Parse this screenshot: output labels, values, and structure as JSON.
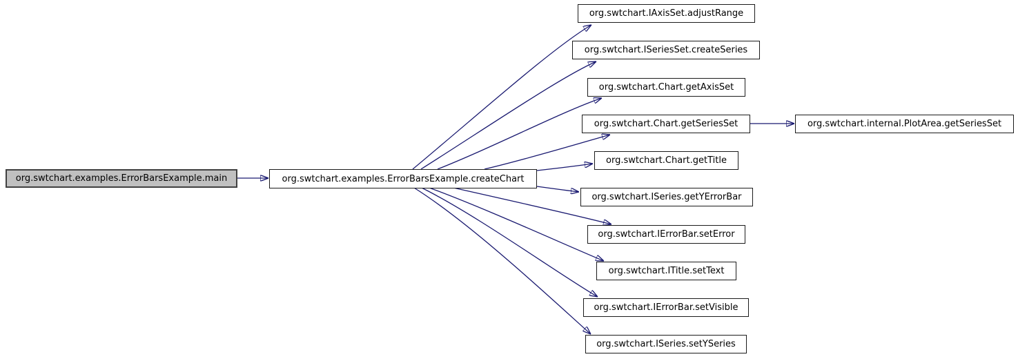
{
  "diagram": {
    "type": "call-graph",
    "colors": {
      "edge": "#191970",
      "node_border": "#1a1a1a",
      "highlight_fill": "#c0c0c0",
      "highlight_border": "#404040",
      "node_fill": "#ffffff",
      "background": "#ffffff",
      "text": "#000000"
    },
    "nodes": {
      "main": {
        "label": "org.swtchart.examples.ErrorBarsExample.main",
        "highlighted": true
      },
      "createChart": {
        "label": "org.swtchart.examples.ErrorBarsExample.createChart"
      },
      "adjustRange": {
        "label": "org.swtchart.IAxisSet.adjustRange"
      },
      "createSeries": {
        "label": "org.swtchart.ISeriesSet.createSeries"
      },
      "getAxisSet": {
        "label": "org.swtchart.Chart.getAxisSet"
      },
      "getSeriesSet": {
        "label": "org.swtchart.Chart.getSeriesSet"
      },
      "getTitle": {
        "label": "org.swtchart.Chart.getTitle"
      },
      "getYErrorBar": {
        "label": "org.swtchart.ISeries.getYErrorBar"
      },
      "setError": {
        "label": "org.swtchart.IErrorBar.setError"
      },
      "setText": {
        "label": "org.swtchart.ITitle.setText"
      },
      "setVisible": {
        "label": "org.swtchart.IErrorBar.setVisible"
      },
      "setYSeries": {
        "label": "org.swtchart.ISeries.setYSeries"
      },
      "plotAreaGetSeriesSet": {
        "label": "org.swtchart.internal.PlotArea.getSeriesSet"
      }
    },
    "edges": [
      {
        "from": "main",
        "to": "createChart"
      },
      {
        "from": "createChart",
        "to": "adjustRange"
      },
      {
        "from": "createChart",
        "to": "createSeries"
      },
      {
        "from": "createChart",
        "to": "getAxisSet"
      },
      {
        "from": "createChart",
        "to": "getSeriesSet"
      },
      {
        "from": "createChart",
        "to": "getTitle"
      },
      {
        "from": "createChart",
        "to": "getYErrorBar"
      },
      {
        "from": "createChart",
        "to": "setError"
      },
      {
        "from": "createChart",
        "to": "setText"
      },
      {
        "from": "createChart",
        "to": "setVisible"
      },
      {
        "from": "createChart",
        "to": "setYSeries"
      },
      {
        "from": "getSeriesSet",
        "to": "plotAreaGetSeriesSet"
      }
    ]
  }
}
